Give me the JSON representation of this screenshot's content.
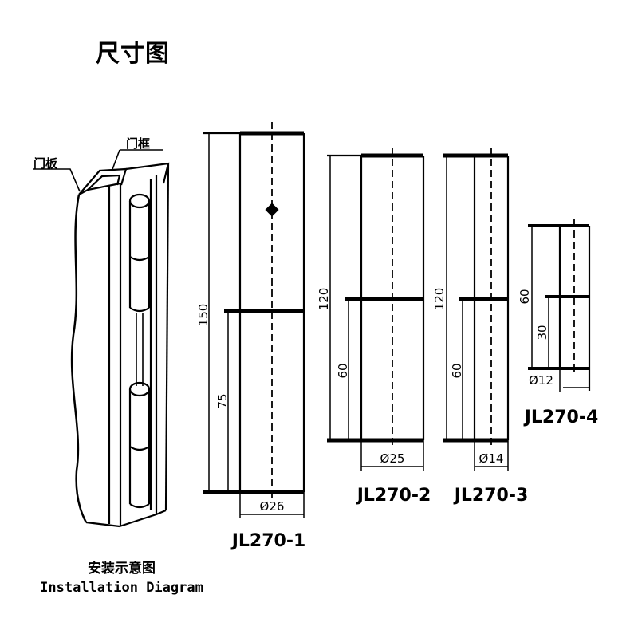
{
  "title": "尺寸图",
  "install": {
    "door_panel_label": "门板",
    "door_frame_label": "门框",
    "caption_cn": "安装示意图",
    "caption_en": "Installation Diagram"
  },
  "models": [
    {
      "name": "JL270-1",
      "total": "150",
      "half": "75",
      "diameter": "Ø26"
    },
    {
      "name": "JL270-2",
      "total": "120",
      "half": "60",
      "diameter": "Ø25"
    },
    {
      "name": "JL270-3",
      "total": "120",
      "half": "60",
      "diameter": "Ø14"
    },
    {
      "name": "JL270-4",
      "total": "60",
      "half": "30",
      "diameter": "Ø12"
    }
  ]
}
